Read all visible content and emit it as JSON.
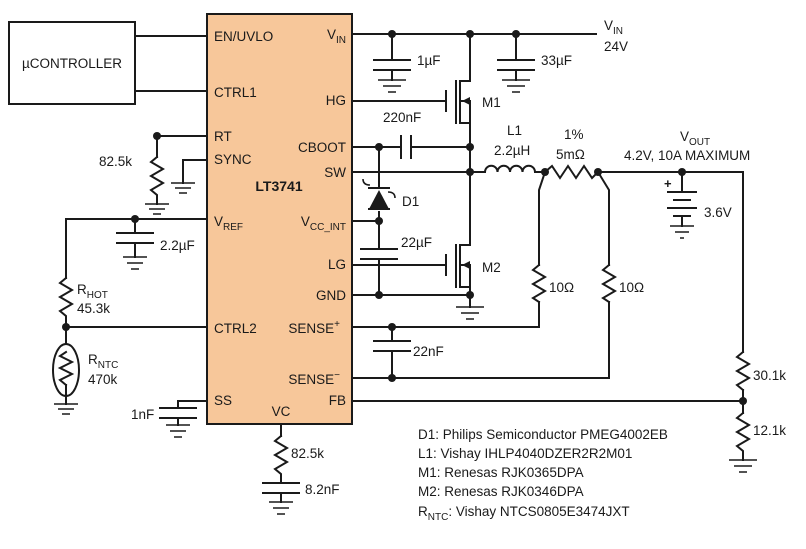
{
  "colors": {
    "chip_fill": "#f7c79a",
    "wire": "#1a1a1a",
    "background": "#ffffff"
  },
  "controller": {
    "label": "µCONTROLLER"
  },
  "chip": {
    "part": "LT3741",
    "pins_left": {
      "en_uvlo": "EN/UVLO",
      "ctrl1": "CTRL1",
      "rt": "RT",
      "sync": "SYNC",
      "vref_main": "V",
      "vref_sub": "REF",
      "ctrl2": "CTRL2",
      "ss": "SS"
    },
    "pins_right": {
      "vin_main": "V",
      "vin_sub": "IN",
      "hg": "HG",
      "cboot": "CBOOT",
      "sw": "SW",
      "vcc_main": "V",
      "vcc_sub": "CC_INT",
      "lg": "LG",
      "gnd": "GND",
      "sense_p_main": "SENSE",
      "sense_p_sup": "+",
      "sense_n_main": "SENSE",
      "sense_n_sup": "−",
      "fb": "FB"
    },
    "pin_bottom": {
      "vc": "VC"
    }
  },
  "supply": {
    "vin_main": "V",
    "vin_sub": "IN",
    "voltage": "24V"
  },
  "output": {
    "vout_main": "V",
    "vout_sub": "OUT",
    "spec": "4.2V, 10A MAXIMUM",
    "battery": "3.6V"
  },
  "components": {
    "c_in1": "1µF",
    "c_in2": "33µF",
    "m1": "M1",
    "m2": "M2",
    "c_boot": "220nF",
    "d1": "D1",
    "l1_name": "L1",
    "l1_value": "2.2µH",
    "rsense_tol": "1%",
    "rsense_value": "5mΩ",
    "c_vcc": "22µF",
    "r_rt": "82.5k",
    "c_vref": "2.2µF",
    "r_hot_main": "R",
    "r_hot_sub": "HOT",
    "r_hot_value": "45.3k",
    "r_ntc_main": "R",
    "r_ntc_sub": "NTC",
    "r_ntc_value": "470k",
    "c_sense": "22nF",
    "r_sense_p": "10Ω",
    "r_sense_n": "10Ω",
    "r_fb_top": "30.1k",
    "r_fb_bot": "12.1k",
    "c_ss": "1nF",
    "r_vc": "82.5k",
    "c_vc": "8.2nF"
  },
  "bom": {
    "d1": "D1: Philips Semiconductor PMEG4002EB",
    "l1": "L1: Vishay IHLP4040DZER2R2M01",
    "m1": "M1: Renesas RJK0365DPA",
    "m2": "M2: Renesas RJK0346DPA",
    "rntc_main": "R",
    "rntc_sub": "NTC",
    "rntc_rest": ": Vishay NTCS0805E3474JXT"
  }
}
